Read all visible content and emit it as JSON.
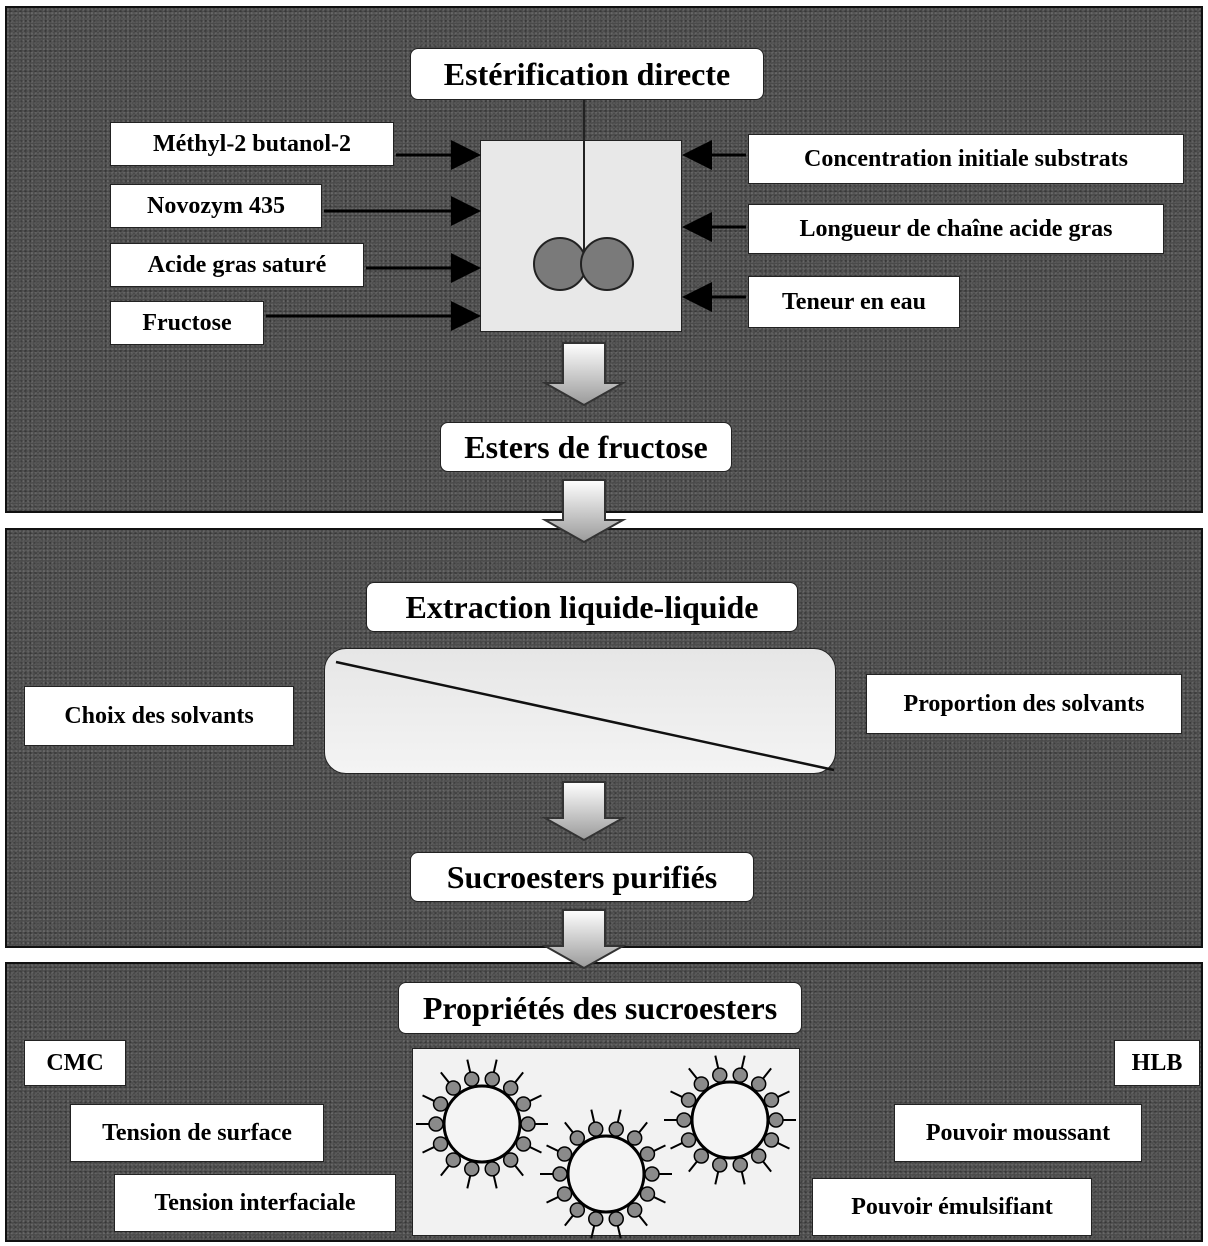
{
  "section1": {
    "title": "Estérification directe",
    "inputs_left": [
      "Méthyl-2 butanol-2",
      "Novozym 435",
      "Acide gras saturé",
      "Fructose"
    ],
    "inputs_right": [
      "Concentration initiale substrats",
      "Longueur de chaîne acide gras",
      "Teneur en eau"
    ],
    "output": "Esters de fructose"
  },
  "section2": {
    "title": "Extraction liquide-liquide",
    "left": "Choix des solvants",
    "right": "Proportion des solvants",
    "output": "Sucroesters purifiés"
  },
  "section3": {
    "title": "Propriétés des sucroesters",
    "left": [
      "CMC",
      "Tension de surface",
      "Tension interfaciale"
    ],
    "right": [
      "HLB",
      "Pouvoir moussant",
      "Pouvoir émulsifiant"
    ]
  }
}
